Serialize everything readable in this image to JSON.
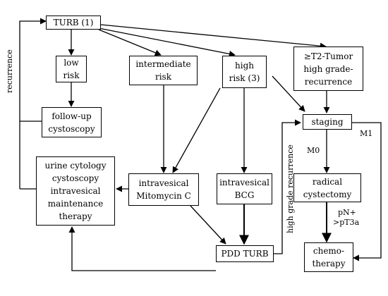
{
  "nodes": {
    "turb": "TURB (1)",
    "low_risk": "low\nrisk",
    "intermediate_risk": "intermediate\nrisk",
    "high_risk": "high\nrisk (3)",
    "t2_tumor": "≥T2-Tumor\nhigh grade-\nrecurrence",
    "followup": "follow-up\ncystoscopy",
    "staging": "staging",
    "urine": "urine cytology\ncystoscopy\nintravesical\nmaintenance\ntherapy",
    "mitomycin": "intravesical\nMitomycin C",
    "bcg": "intravesical\nBCG",
    "radical": "radical\ncystectomy",
    "pdd": "PDD TURB",
    "chemo": "chemo-\ntherapy"
  },
  "edge_labels": {
    "recurrence": "recurrence",
    "high_grade_recurrence": "high grade recurrence",
    "m0": "M0",
    "m1": "M1",
    "pn_plus": "pN+",
    "pt3a": ">pT3a"
  },
  "colors": {
    "line": "#000000",
    "box_border": "#000000",
    "background": "#ffffff"
  }
}
